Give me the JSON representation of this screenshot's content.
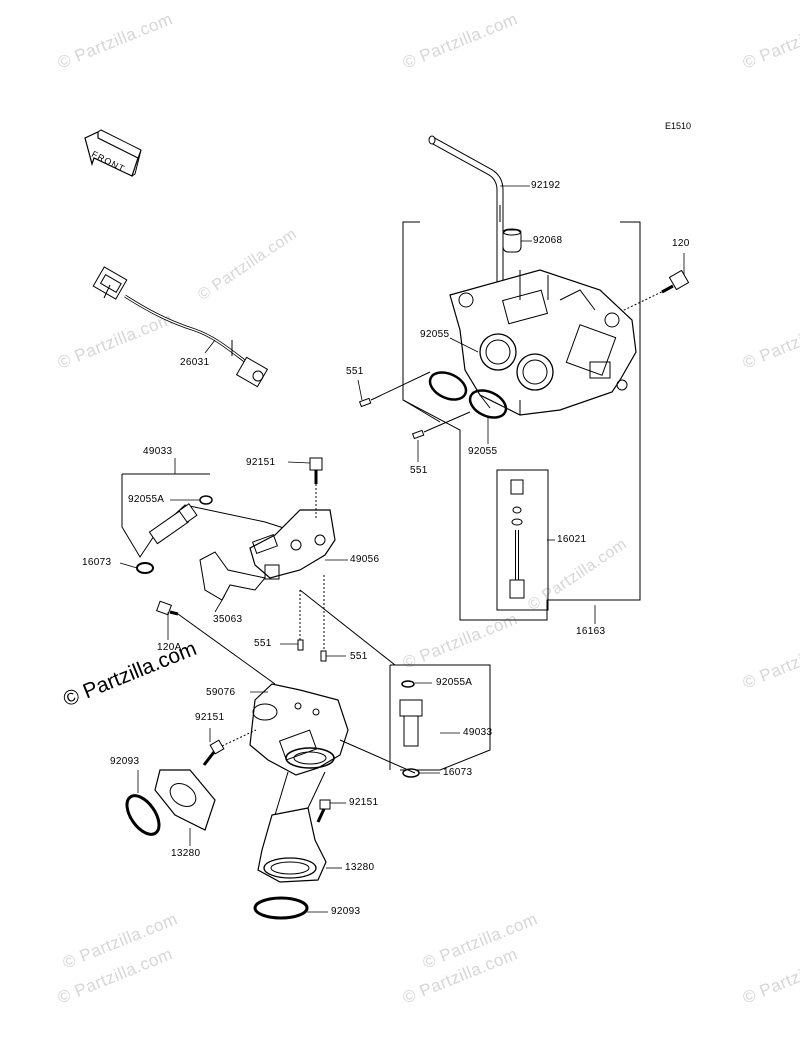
{
  "diagram_code": "E1510",
  "front_label": "FRONT",
  "watermark": "© Partzilla.com",
  "parts": {
    "p92192": "92192",
    "p92068": "92068",
    "p120": "120",
    "p92055_top": "92055",
    "p551_left": "551",
    "p92055_mid": "92055",
    "p551_mid": "551",
    "p26031": "26031",
    "p49033_top": "49033",
    "p92151_top": "92151",
    "p92055A_top": "92055A",
    "p16073_left": "16073",
    "p49056": "49056",
    "p16021": "16021",
    "p35063": "35063",
    "p120A": "120A",
    "p16163": "16163",
    "p551_a": "551",
    "p551_b": "551",
    "p59076": "59076",
    "p92055A_right": "92055A",
    "p92151_mid": "92151",
    "p49033_right": "49033",
    "p92093_left": "92093",
    "p16073_right": "16073",
    "p92151_low": "92151",
    "p13280_left": "13280",
    "p13280_right": "13280",
    "p92093_bottom": "92093"
  }
}
